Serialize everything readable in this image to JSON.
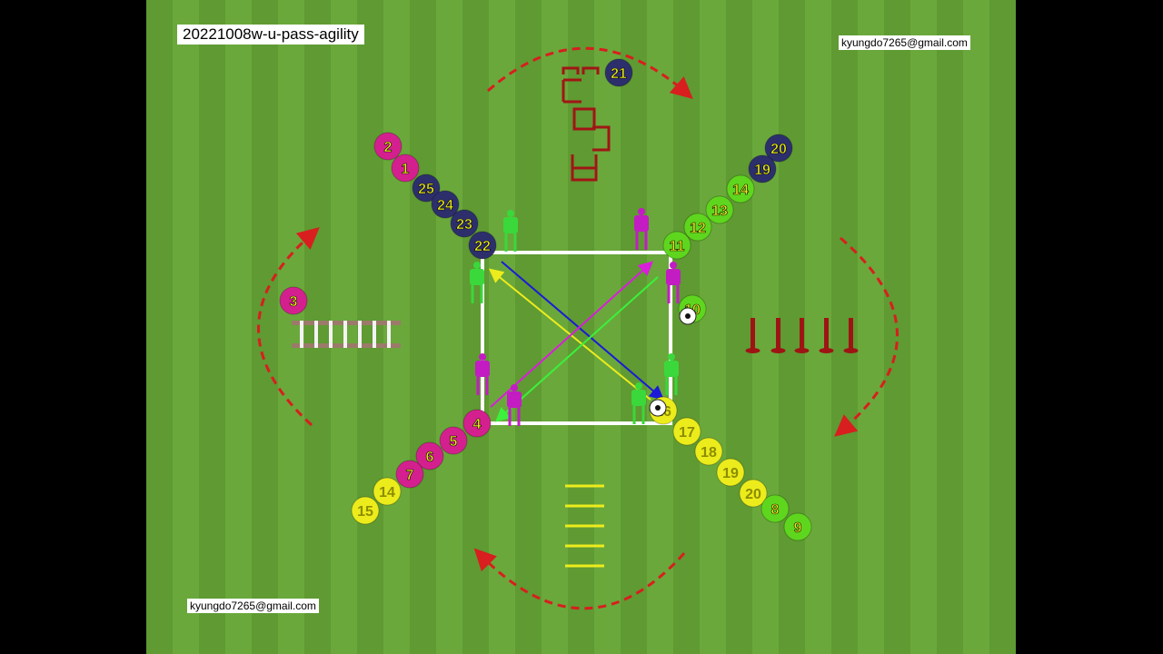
{
  "title": "20221008w-u-pass-agility",
  "email_top": "kyungdo7265@gmail.com",
  "email_bottom": "kyungdo7265@gmail.com",
  "colors": {
    "magenta": "#d4208f",
    "navy": "#2c2f6b",
    "lime": "#5fd61e",
    "yellow": "#ecec1c",
    "arrow_red": "#d81e1e",
    "cone_red": "#9e1414"
  },
  "players": [
    {
      "num": "2",
      "team": "magenta"
    },
    {
      "num": "1",
      "team": "magenta"
    },
    {
      "num": "25",
      "team": "navy"
    },
    {
      "num": "24",
      "team": "navy"
    },
    {
      "num": "23",
      "team": "navy"
    },
    {
      "num": "22",
      "team": "navy"
    },
    {
      "num": "21",
      "team": "navy"
    },
    {
      "num": "20",
      "team": "navy"
    },
    {
      "num": "19",
      "team": "navy"
    },
    {
      "num": "14",
      "team": "lime"
    },
    {
      "num": "13",
      "team": "lime"
    },
    {
      "num": "12",
      "team": "lime"
    },
    {
      "num": "11",
      "team": "lime"
    },
    {
      "num": "10",
      "team": "lime"
    },
    {
      "num": "3",
      "team": "magenta"
    },
    {
      "num": "4",
      "team": "magenta"
    },
    {
      "num": "5",
      "team": "magenta"
    },
    {
      "num": "6",
      "team": "magenta"
    },
    {
      "num": "7",
      "team": "magenta"
    },
    {
      "num": "14",
      "team": "yellow"
    },
    {
      "num": "15",
      "team": "yellow"
    },
    {
      "num": "16",
      "team": "yellow"
    },
    {
      "num": "17",
      "team": "yellow"
    },
    {
      "num": "18",
      "team": "yellow"
    },
    {
      "num": "19",
      "team": "yellow"
    },
    {
      "num": "20",
      "team": "yellow"
    },
    {
      "num": "8",
      "team": "lime"
    },
    {
      "num": "9",
      "team": "lime"
    }
  ]
}
